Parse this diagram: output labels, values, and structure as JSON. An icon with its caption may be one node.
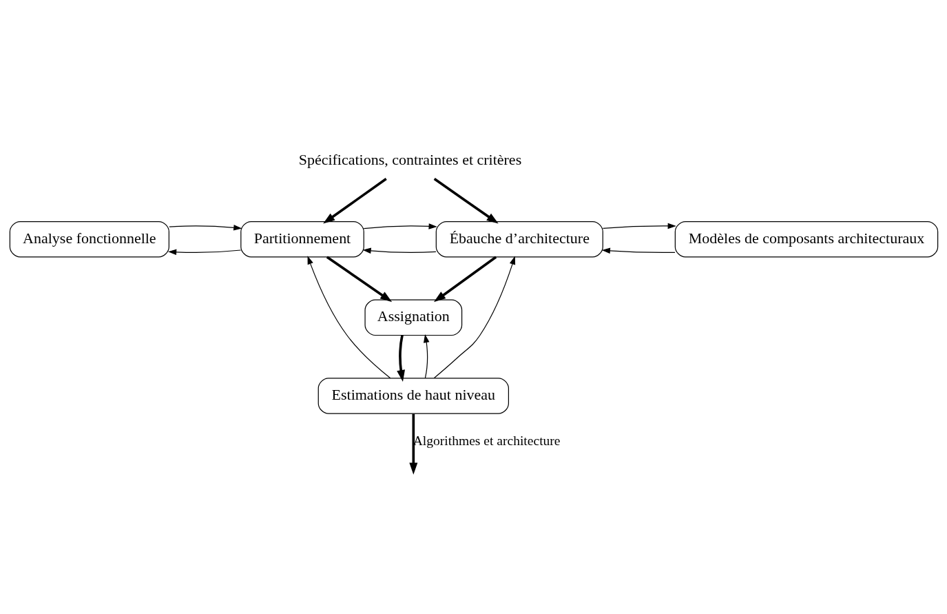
{
  "diagram": {
    "nodes": [
      {
        "text": [
          "Analyse fonctionnelle"
        ]
      },
      {
        "text": [
          "Partitionnement"
        ]
      },
      {
        "text": [
          "Ébauche d’architecture"
        ]
      },
      {
        "text": [
          "Modèles de composants architecturaux"
        ]
      },
      {
        "text": [
          "Assignation"
        ]
      },
      {
        "text": [
          "Estimations de haut niveau"
        ]
      },
      {
        "text": [
          "Spécifications, contraintes et critères"
        ]
      }
    ],
    "edges": [
      {
        "from": 6,
        "to": 1,
        "arrow": "to",
        "style": "thick"
      },
      {
        "from": 6,
        "to": 2,
        "arrow": "to",
        "style": "thick"
      },
      {
        "from": 1,
        "to": 0,
        "arrow": "to"
      },
      {
        "from": 0,
        "to": 1,
        "arrow": "to"
      },
      {
        "from": 2,
        "to": 1,
        "arrow": "to"
      },
      {
        "from": 1,
        "to": 2,
        "arrow": "to"
      },
      {
        "from": 3,
        "to": 2,
        "arrow": "to"
      },
      {
        "from": 2,
        "to": 3,
        "arrow": "to"
      },
      {
        "from": 1,
        "to": 4,
        "arrow": "to",
        "style": "thick"
      },
      {
        "from": 2,
        "to": 4,
        "arrow": "to",
        "style": "thick"
      },
      {
        "from": 4,
        "to": 5,
        "arrow": "to",
        "style": "thick"
      },
      {
        "from": 5,
        "to": 1,
        "arrow": "to"
      },
      {
        "from": 5,
        "to": 2,
        "arrow": "to"
      },
      {
        "from": 5,
        "to": 4,
        "arrow": "to"
      },
      {
        "from": 5,
        "to": null,
        "label": "Algorithmes et architecture",
        "arrow": "to",
        "style": "thick"
      }
    ]
  }
}
